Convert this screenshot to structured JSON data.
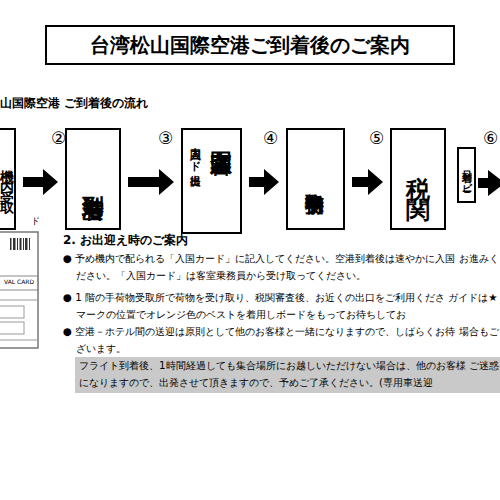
{
  "diagram": {
    "title": "台湾松山国際空港ご到着後のご案内",
    "nodes": [
      {
        "text": [
          "機内受取"
        ]
      },
      {
        "text": [
          "空港到着"
        ]
      },
      {
        "text": [
          "入国審査",
          "入国カード提出"
        ]
      },
      {
        "text": [
          "手荷物受取"
        ]
      },
      {
        "text": [
          "税関"
        ]
      },
      {
        "text": [
          "到着ロビー"
        ]
      },
      {
        "text": [
          "フライト到着後、1時間経過しても集合場所にお越しいただけない場合は、他のお客様 ご迷惑になりますので、出発させて頂きますので、予めご了承ください。(専用車送迎"
        ]
      }
    ],
    "edges": [
      {
        "from": 0,
        "to": 1,
        "arrow": "to"
      },
      {
        "from": 1,
        "to": 2,
        "arrow": "to"
      },
      {
        "from": 2,
        "to": 3,
        "arrow": "to"
      },
      {
        "from": 3,
        "to": 4,
        "arrow": "to"
      }
    ],
    "labels": [
      "山国際空港 ご到着後の流れ",
      "②",
      "③",
      "④",
      "⑤",
      "⑥",
      "ド",
      "VAL CARD",
      "2. お出迎え時のご案内",
      "● 予め機内で配られる「入国カード」に記入してください。空港到着後は速やかに入国 お進みください。「入国カード」は客室乗務員から受け取ってください。",
      "● 1 階の手荷物受取所で荷物を受け取り、税関審査後、お近くの出口をご利用くださ ガイドは★ マークの位置でオレンジ色のベストを着用しボードをもってお待ちしてお",
      "● 空港－ホテル間の送迎は原則として他のお客様と一緒になりますので、しばらくお待 場合もございます。"
    ]
  }
}
